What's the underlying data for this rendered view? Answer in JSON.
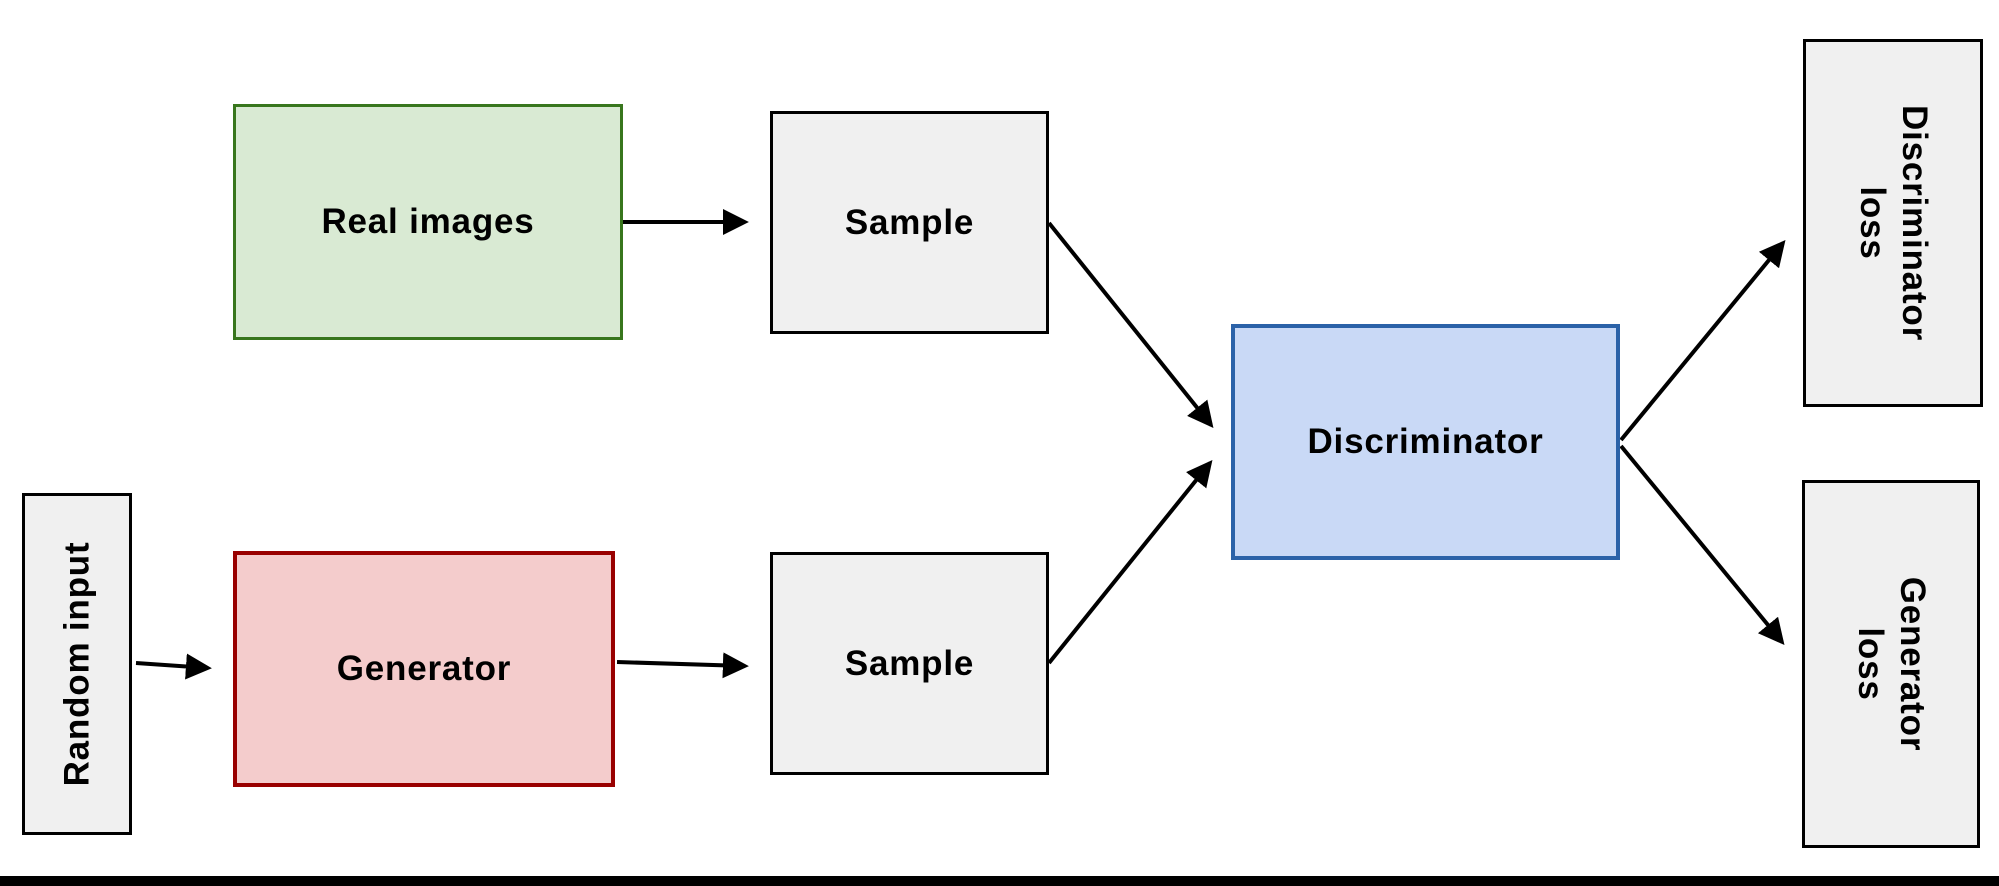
{
  "diagram": {
    "background": "#ffffff",
    "arrow_color": "#000000",
    "bottom_bar_color": "#000000",
    "label_color": "#000000",
    "nodes": [
      {
        "id": "real-images",
        "label": "Real images",
        "fill": "#d9ead3",
        "border": "#38761d"
      },
      {
        "id": "sample-real",
        "label": "Sample",
        "fill": "#f0f0f0",
        "border": "#000000"
      },
      {
        "id": "random-input",
        "label": "Random input",
        "fill": "#f0f0f0",
        "border": "#000000"
      },
      {
        "id": "generator",
        "label": "Generator",
        "fill": "#f4cccc",
        "border": "#990000"
      },
      {
        "id": "sample-generated",
        "label": "Sample",
        "fill": "#f0f0f0",
        "border": "#000000"
      },
      {
        "id": "discriminator",
        "label": "Discriminator",
        "fill": "#c9d9f6",
        "border": "#2b62a8"
      },
      {
        "id": "discriminator-loss",
        "label": "Discriminator\nloss",
        "fill": "#f0f0f0",
        "border": "#000000"
      },
      {
        "id": "generator-loss",
        "label": "Generator\nloss",
        "fill": "#f0f0f0",
        "border": "#000000"
      }
    ],
    "edges": [
      {
        "from": "real-images",
        "to": "sample-real"
      },
      {
        "from": "random-input",
        "to": "generator"
      },
      {
        "from": "generator",
        "to": "sample-generated"
      },
      {
        "from": "sample-real",
        "to": "discriminator"
      },
      {
        "from": "sample-generated",
        "to": "discriminator"
      },
      {
        "from": "discriminator",
        "to": "discriminator-loss"
      },
      {
        "from": "discriminator",
        "to": "generator-loss"
      }
    ]
  }
}
